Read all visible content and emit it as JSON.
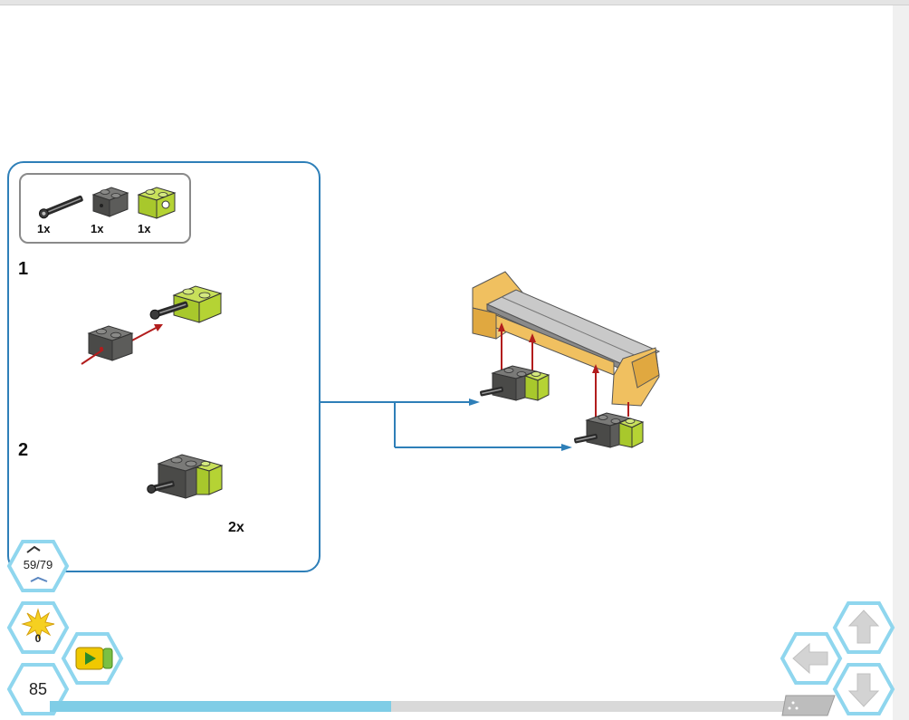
{
  "parts_list": [
    {
      "name": "axle",
      "quantity": "1x"
    },
    {
      "name": "dark-gray-brick",
      "quantity": "1x"
    },
    {
      "name": "lime-technic-brick",
      "quantity": "1x"
    }
  ],
  "substeps": [
    {
      "number": "1"
    },
    {
      "number": "2",
      "multiplier": "2x"
    }
  ],
  "page_counter": "59/79",
  "score": "0",
  "step_number": "85",
  "progress": 0.46,
  "colors": {
    "accent": "#2e7fb8",
    "lime": "#b5d334",
    "dark_gray": "#5a5a58",
    "tan": "#f0c060",
    "red_arrow": "#b21d1d",
    "hex_border": "#8fd6ee",
    "progress_fill": "#7fcde6"
  }
}
